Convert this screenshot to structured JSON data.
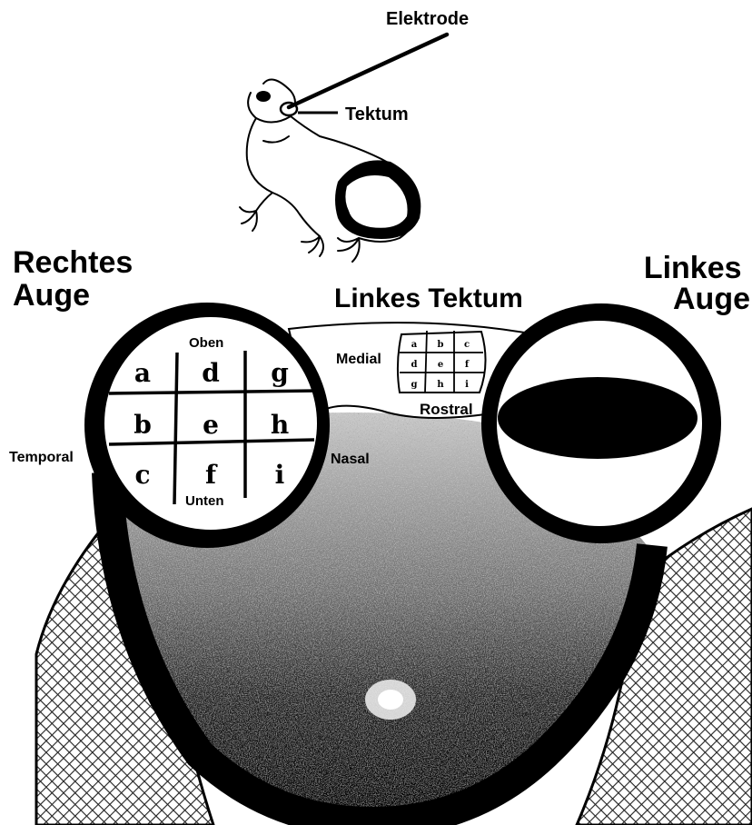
{
  "labels": {
    "electrode": "Elektrode",
    "tectum": "Tektum",
    "right_eye": [
      "Rechtes",
      "Auge"
    ],
    "left_eye": [
      "Linkes",
      "Auge"
    ],
    "left_tectum": "Linkes Tektum",
    "medial": "Medial",
    "rostral": "Rostral",
    "temporal": "Temporal",
    "nasal": "Nasal",
    "top": "Oben",
    "bottom": "Unten"
  },
  "eye_grid_letters": [
    "a",
    "d",
    "g",
    "b",
    "e",
    "h",
    "c",
    "f",
    "i"
  ],
  "tectum_grid_letters": [
    "a",
    "b",
    "c",
    "d",
    "e",
    "f",
    "g",
    "h",
    "i"
  ]
}
